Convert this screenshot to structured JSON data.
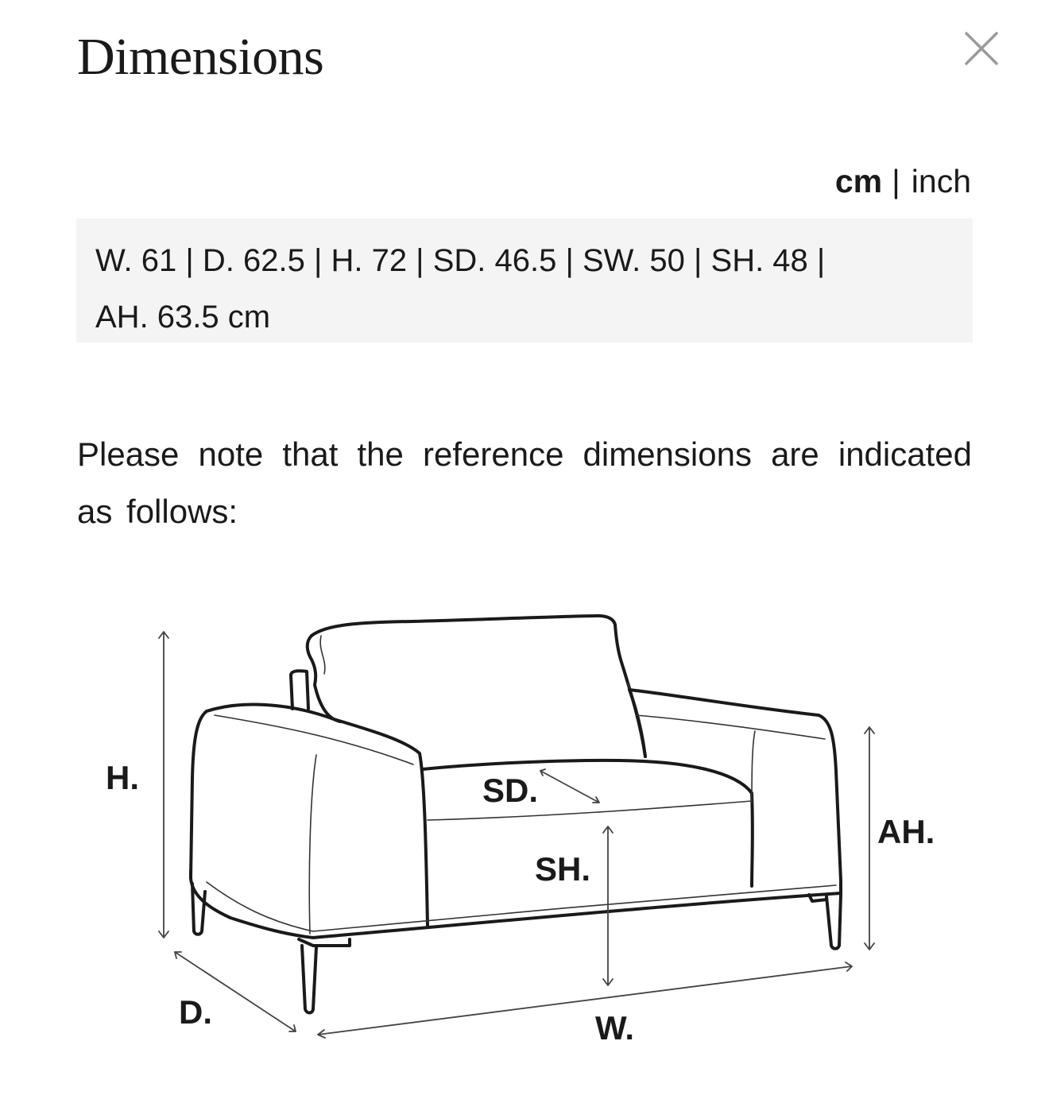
{
  "header": {
    "title": "Dimensions",
    "close_icon": "close-icon"
  },
  "units": {
    "cm": "cm",
    "separator": "|",
    "inch": "inch",
    "selected": "cm"
  },
  "dimensions": {
    "line1": "W. 61 | D. 62.5 | H. 72 | SD. 46.5 | SW. 50 | SH. 48 |",
    "line2": "AH. 63.5 cm"
  },
  "note": "Please note that the reference dimensions are indicated as follows:",
  "diagram": {
    "labels": {
      "h": "H.",
      "sd": "SD.",
      "sh": "SH.",
      "ah": "AH.",
      "d": "D.",
      "w": "W."
    }
  }
}
